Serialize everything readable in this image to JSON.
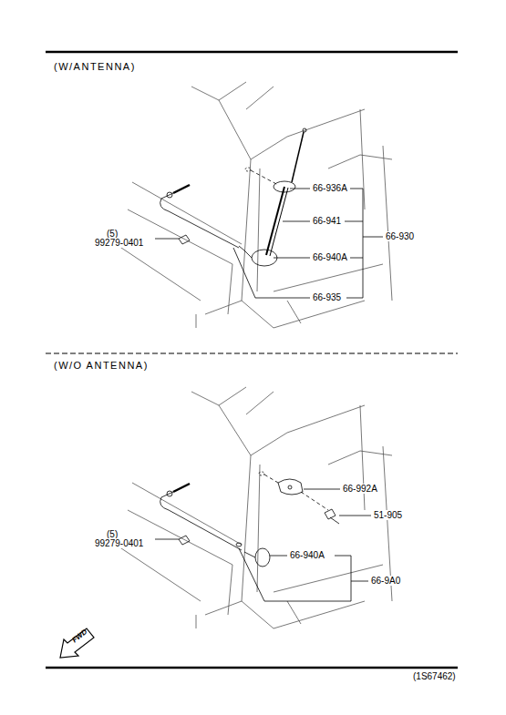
{
  "diagram": {
    "labels": [
      "(W/ANTENNA)",
      "66-936A",
      "66-941",
      "66-930",
      "(5)",
      "99279-0401",
      "66-940A",
      "66-935",
      "(W/O ANTENNA)",
      "66-992A",
      "51-905",
      "(5)",
      "99279-0401",
      "66-940A",
      "66-9A0",
      "FWD",
      "(1S67462)"
    ]
  }
}
